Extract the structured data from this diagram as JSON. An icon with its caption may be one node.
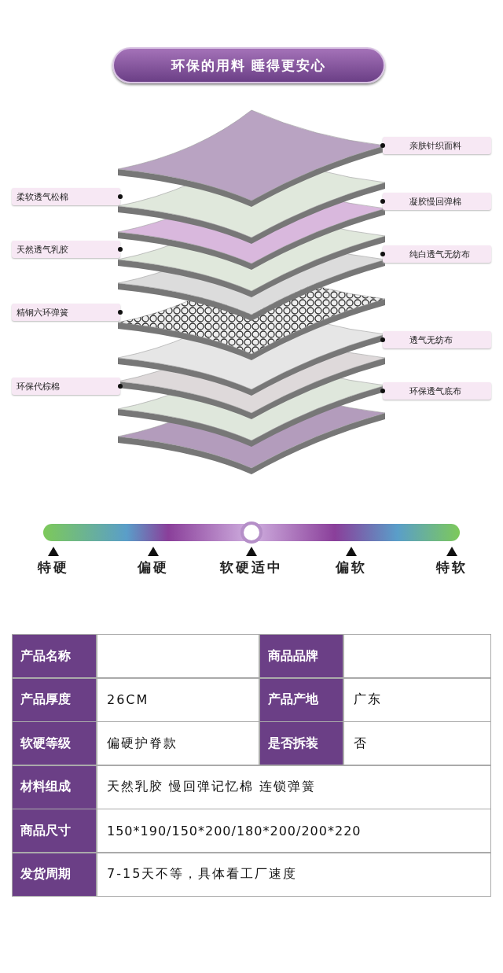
{
  "diagram": {
    "title": "环保的用料 睡得更安心",
    "nodes": [
      {
        "text": [
          "亲肤针织面料"
        ]
      },
      {
        "text": [
          "柔软透气松棉"
        ]
      },
      {
        "text": [
          "凝胶慢回弹棉"
        ]
      },
      {
        "text": [
          "天然透气乳胶"
        ]
      },
      {
        "text": [
          "纯白透气无纺布"
        ]
      },
      {
        "text": [
          "精钢六环弹簧"
        ]
      },
      {
        "text": [
          "透气无纺布"
        ]
      },
      {
        "text": [
          "环保代棕棉"
        ]
      },
      {
        "text": [
          "环保透气底布"
        ]
      }
    ],
    "labels": [
      "特硬",
      "偏硬",
      "软硬适中",
      "偏软",
      "特软",
      "产品名称",
      "商品品牌",
      "产品厚度",
      "26CM",
      "产品产地",
      "广东",
      "软硬等级",
      "偏硬护脊款",
      "是否拆装",
      "否",
      "材料组成",
      "天然乳胶 慢回弹记忆棉 连锁弹簧",
      "商品尺寸",
      "150*190/150*200/180*200/200*220",
      "发货周期",
      "7-15天不等，具体看工厂速度"
    ]
  }
}
